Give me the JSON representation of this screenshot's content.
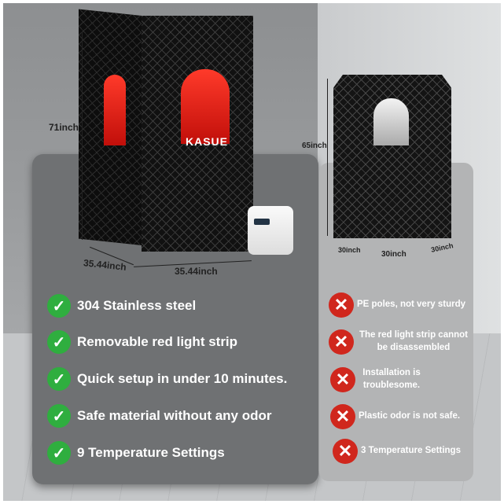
{
  "brand": "KASUE",
  "dimensions": {
    "left_height": "71inch",
    "left_depth": "35.44inch",
    "left_width": "35.44inch",
    "right_height": "65inch",
    "right_side_a": "30inch",
    "right_front": "30inch",
    "right_side_b": "30inch"
  },
  "pros": [
    "304 Stainless steel",
    "Removable red light strip",
    "Quick setup in under 10 minutes.",
    "Safe material without any odor",
    "9 Temperature Settings"
  ],
  "cons": [
    "PE poles, not very sturdy",
    "The red light strip cannot be disassembled",
    "Installation is troublesome.",
    "Plastic odor is not safe.",
    "3 Temperature Settings"
  ],
  "colors": {
    "check": "#2fae3f",
    "cross": "#d0271d",
    "tent": "#111111"
  }
}
